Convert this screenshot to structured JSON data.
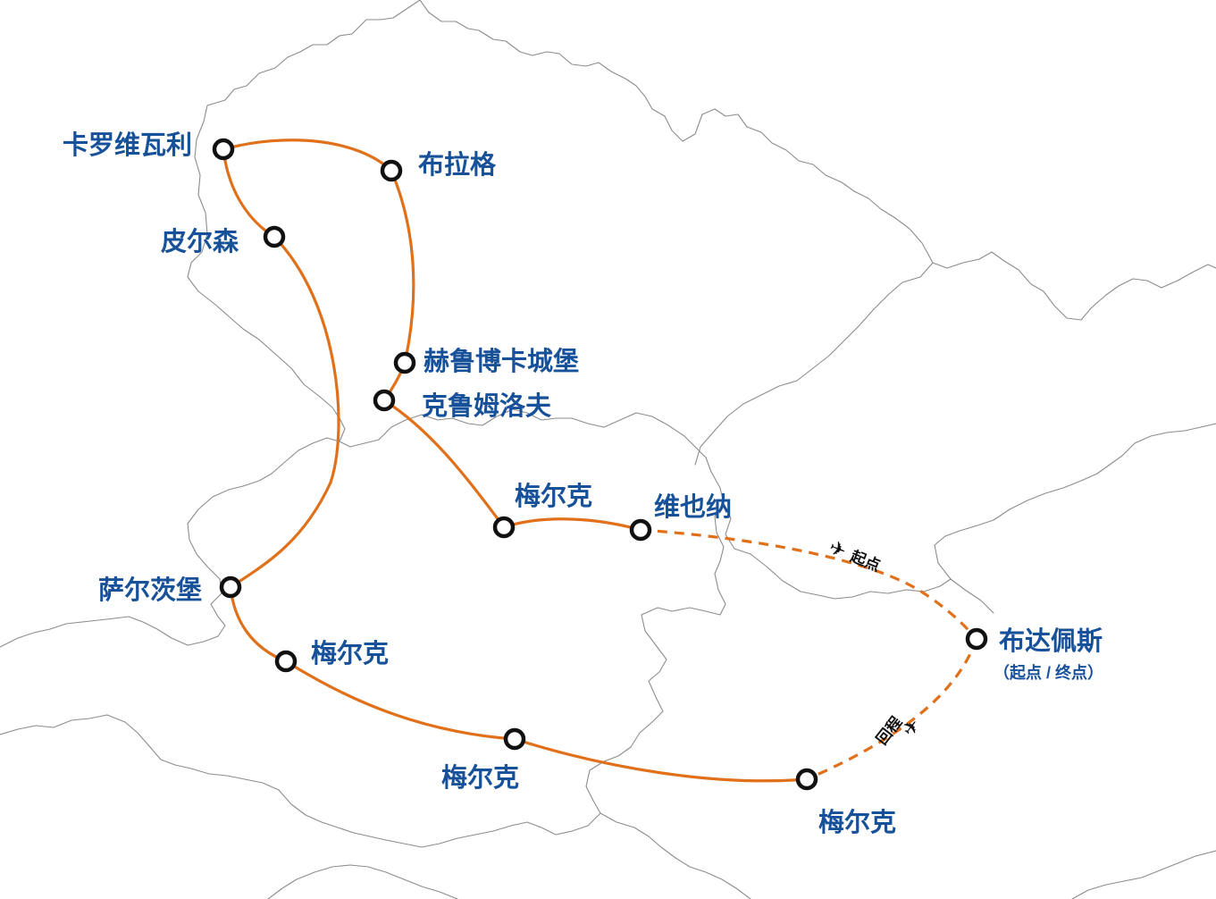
{
  "colors": {
    "route": "#e07019",
    "label": "#17519a",
    "border": "#8c8c8c",
    "stop_outline": "#111111",
    "background": "#ffffff"
  },
  "stops": {
    "karlovy_vary": "卡罗维瓦利",
    "prague": "布拉格",
    "pilsen": "皮尔森",
    "hluboka": "赫鲁博卡城堡",
    "krumlov": "克鲁姆洛夫",
    "melk_1": "梅尔克",
    "vienna": "维也纳",
    "salzburg": "萨尔茨堡",
    "melk_2": "梅尔克",
    "melk_3": "梅尔克",
    "melk_4": "梅尔克",
    "budapest": "布达佩斯",
    "budapest_note": "（起点 / 终点）"
  },
  "flights": {
    "outbound": {
      "label": "起点",
      "icon": "airplane-icon"
    },
    "return": {
      "label": "回程",
      "icon": "airplane-icon"
    }
  }
}
